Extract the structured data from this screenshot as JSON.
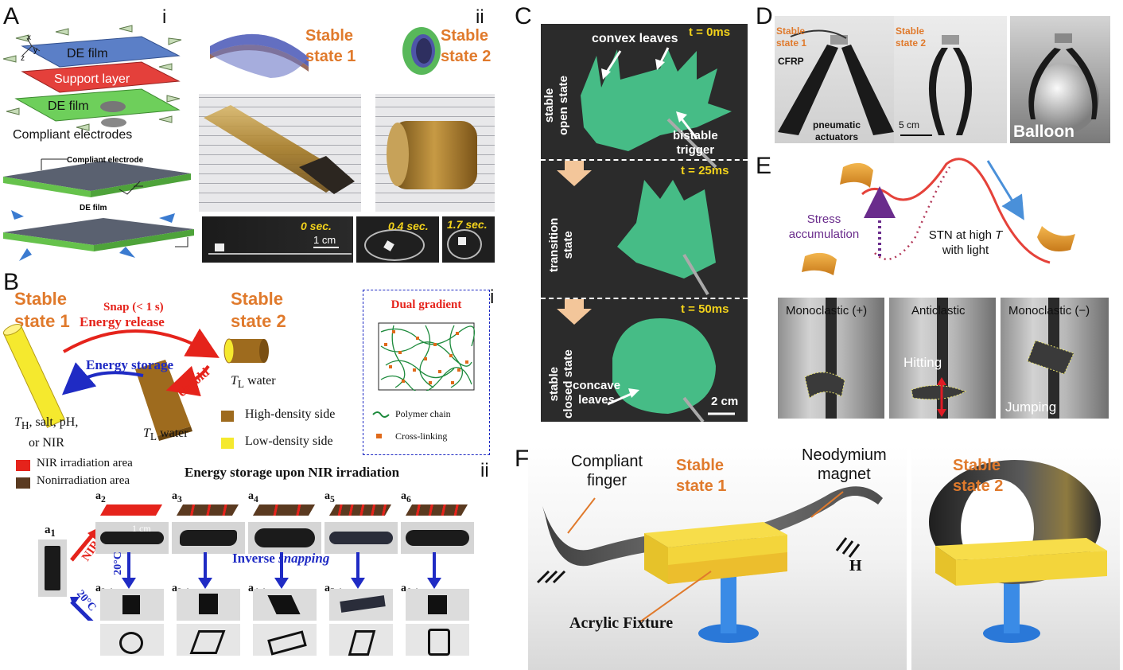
{
  "panel_letters": {
    "A": "A",
    "B": "B",
    "C": "C",
    "D": "D",
    "E": "E",
    "F": "F"
  },
  "sub_markers": {
    "A_i": "i",
    "A_ii": "ii",
    "B_i": "i",
    "B_ii": "ii"
  },
  "panelA": {
    "layer_top": "DE film",
    "layer_mid": "Support layer",
    "layer_bot": "DE film",
    "electrodes": "Compliant electrodes",
    "axis_x": "x",
    "axis_y": "y",
    "axis_z": "z",
    "schem_electrode": "Compliant electrode",
    "schem_film": "DE film",
    "stable1": "Stable\nstate 1",
    "stable2": "Stable\nstate 2",
    "time0": "0 sec.",
    "time1": "0.4 sec.",
    "time2": "1.7 sec.",
    "scale": "1 cm"
  },
  "panelB": {
    "stable1": "Stable\nstate 1",
    "stable2": "Stable\nstate 2",
    "snap": "Snap (< 1 s)",
    "energy_release": "Energy release",
    "energy_storage": "Energy storage",
    "unfold": "Unfold",
    "tl_water_right": "T",
    "tl_water_right_sub": "L",
    "tl_water_right_rest": " water",
    "th_label": "T",
    "th_sub": "H",
    "th_rest": ", salt, pH,",
    "nir": "or NIR",
    "tl_water_bottom": "T",
    "tl_water_bottom_sub": "L",
    "tl_water_bottom_rest": " water",
    "high_density": "High-density side",
    "low_density": "Low-density side",
    "dual_gradient": "Dual gradient",
    "polymer_chain": "Polymer chain",
    "cross_linking": "Cross-linking",
    "nir_area": "NIR irradiation area",
    "nonirr_area": "Nonirradiation area",
    "energy_nir": "Energy storage upon NIR irradiation",
    "inverse": "Inverse ",
    "snapping": "snapping",
    "nir_arrow": "NIR",
    "temp1": "20°C",
    "temp2": "20°C",
    "scale": "1 cm",
    "a1": "a",
    "a1_sub": "1",
    "top_labels": [
      {
        "t": "a",
        "s": "2"
      },
      {
        "t": "a",
        "s": "3"
      },
      {
        "t": "a",
        "s": "4"
      },
      {
        "t": "a",
        "s": "5"
      },
      {
        "t": "a",
        "s": "6"
      }
    ],
    "bottom_labels": [
      {
        "t": "a",
        "s": "2-1"
      },
      {
        "t": "a",
        "s": "3-1"
      },
      {
        "t": "a",
        "s": "4-1"
      },
      {
        "t": "a",
        "s": "5-1"
      },
      {
        "t": "a",
        "s": "6-1"
      }
    ]
  },
  "panelC": {
    "t0": "t = 0ms",
    "t1": "t = 25ms",
    "t2": "t = 50ms",
    "convex": "convex leaves",
    "bistable": "bistable",
    "trigger": "trigger",
    "open": "stable\nopen state",
    "transition": "transition\nstate",
    "closed": "stable\nclosed state",
    "concave": "concave\nleaves",
    "scale": "2 cm"
  },
  "panelD": {
    "stable1": "Stable\nstate 1",
    "stable2": "Stable\nstate 2",
    "cfrp": "CFRP",
    "pneumatic": "pneumatic\nactuators",
    "scale": "5 cm",
    "balloon": "Balloon"
  },
  "panelE": {
    "stress": "Stress\naccumulation",
    "stn": "STN at high ",
    "stn_t": "T",
    "stn_rest": "with light",
    "mono_plus": "Monoclastic (+)",
    "anti": "Anticlastic",
    "mono_minus": "Monoclastic (−)",
    "hitting": "Hitting",
    "jumping": "Jumping"
  },
  "panelF": {
    "finger": "Compliant\nfinger",
    "stable1": "Stable\nstate 1",
    "magnet": "Neodymium\nmagnet",
    "stable2": "Stable\nstate 2",
    "fixture": "Acrylic Fixture",
    "h": "H"
  }
}
